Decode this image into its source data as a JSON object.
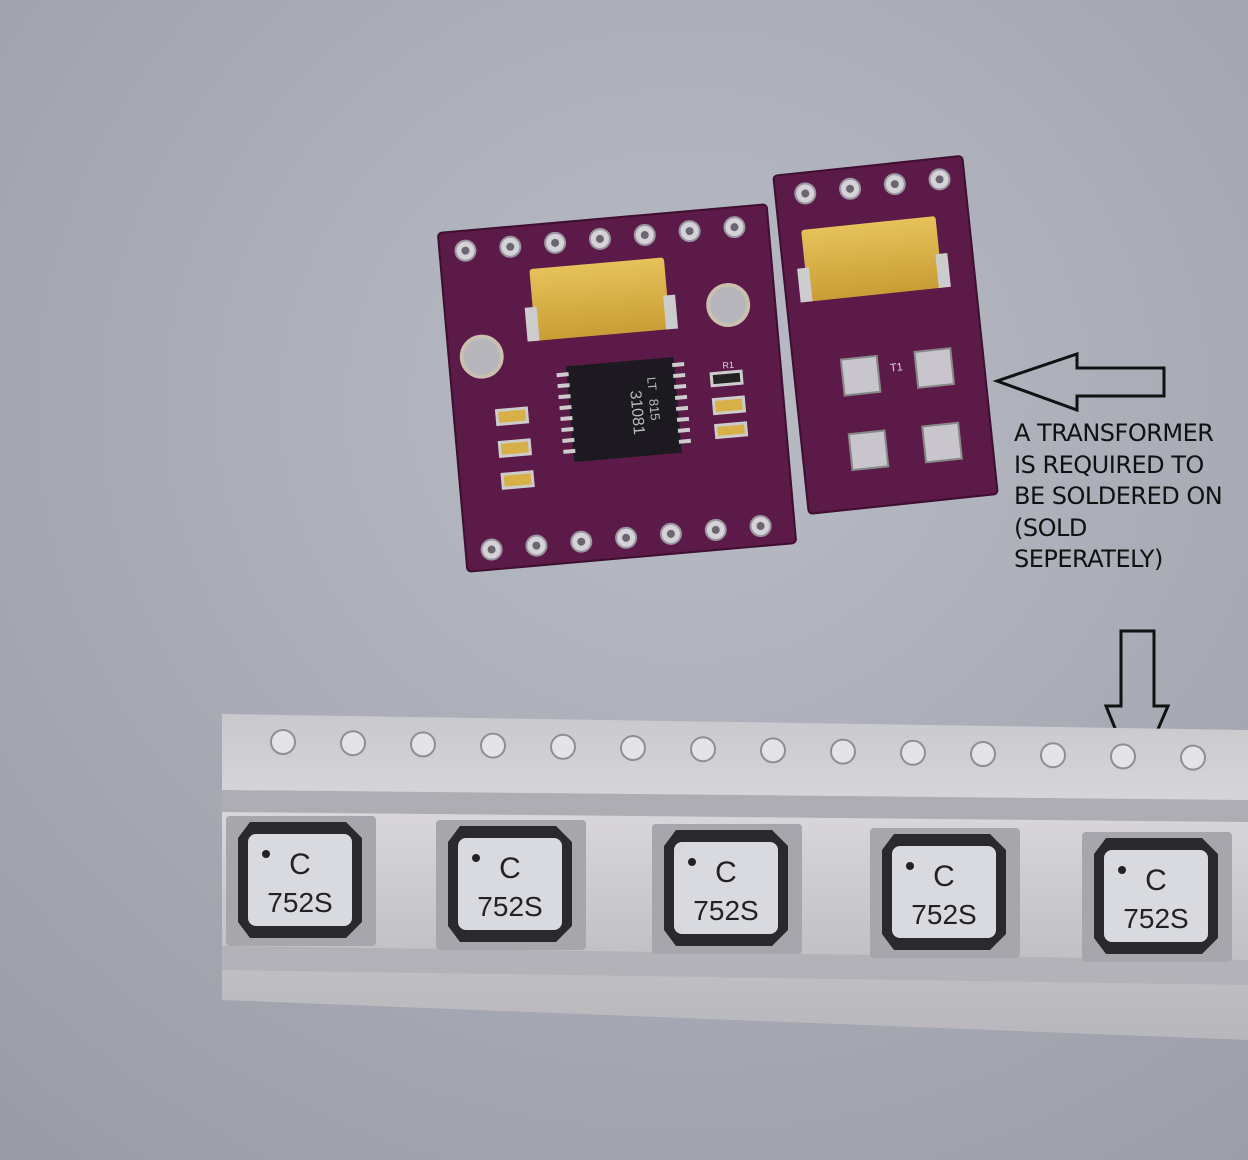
{
  "annotation": {
    "lines": [
      "A TRANSFORMER",
      "IS REQUIRED TO",
      "BE SOLDERED ON",
      "(SOLD",
      "SEPERATELY)"
    ]
  },
  "chip": {
    "logo": "LT",
    "part": "31081",
    "code": "815"
  },
  "board_labels": {
    "transformer_ref": "T1",
    "resistor_ref": "R1"
  },
  "tape_components": [
    {
      "mark": "C",
      "code": "752S"
    },
    {
      "mark": "C",
      "code": "752S"
    },
    {
      "mark": "C",
      "code": "752S"
    },
    {
      "mark": "C",
      "code": "752S"
    },
    {
      "mark": "C",
      "code": "752S"
    }
  ],
  "colors": {
    "background": "#a9abb5",
    "pcb": "#5c1a48",
    "capacitor": "#d9b24a",
    "annotation_text": "#111111"
  }
}
